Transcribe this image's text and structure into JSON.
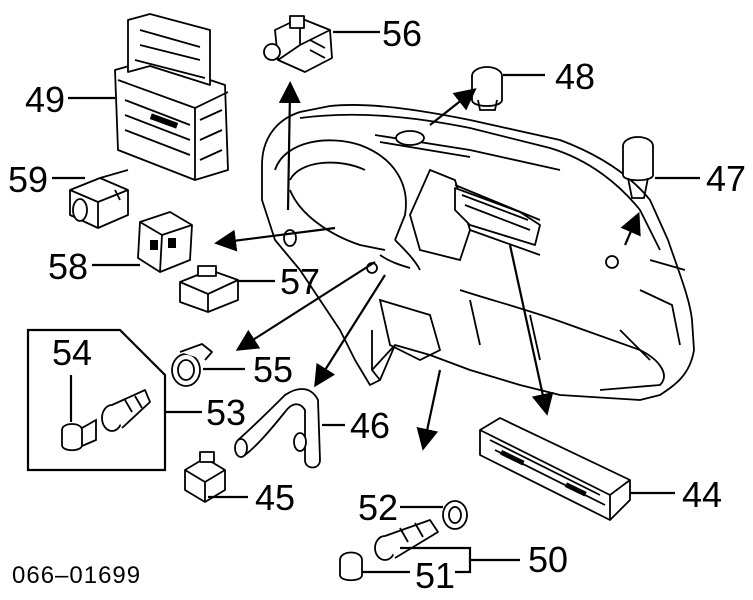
{
  "diagram": {
    "reference_code": "066–01699",
    "callouts": {
      "c44": "44",
      "c45": "45",
      "c46": "46",
      "c47": "47",
      "c48": "48",
      "c49": "49",
      "c50": "50",
      "c51": "51",
      "c52": "52",
      "c53": "53",
      "c54": "54",
      "c55": "55",
      "c56": "56",
      "c57": "57",
      "c58": "58",
      "c59": "59"
    }
  }
}
